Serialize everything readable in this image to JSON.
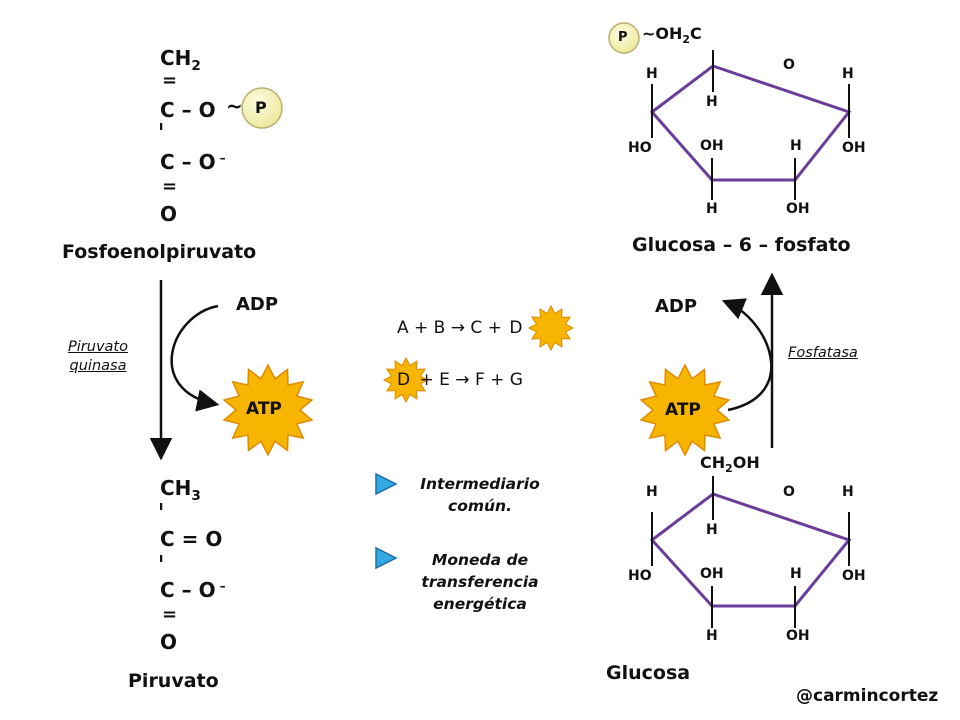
{
  "pep": {
    "name": "Fosfoenolpiruvato",
    "c1": "CH",
    "c1_sub": "2",
    "c2": "C – O",
    "tilde": "~",
    "c3": "C – O",
    "charge": "–",
    "o": "O",
    "bond_double": "=",
    "bond_single": "–"
  },
  "pyruvate": {
    "name": "Piruvato",
    "c1": "CH",
    "c1_sub": "3",
    "c2": "C = O",
    "c3": "C – O",
    "charge": "–",
    "o": "O",
    "bond_double": "=",
    "bond_single": "–"
  },
  "left_reaction": {
    "enzyme_line1": "Piruvato",
    "enzyme_line2": "quinasa",
    "adp": "ADP",
    "atp": "ATP"
  },
  "phosphate_label": "P",
  "equations": {
    "eq1_main": "A + B → C +",
    "eq1_highlight": "D",
    "eq2_highlight": "D",
    "eq2_main": "+ E → F + G"
  },
  "bullets": [
    {
      "line1": "Intermediario",
      "line2": "común.",
      "line3": ""
    },
    {
      "line1": "Moneda de",
      "line2": "transferencia",
      "line3": "energética"
    }
  ],
  "g6p": {
    "name": "Glucosa – 6 – fosfato",
    "top_group_tilde": "~",
    "top_group": "OH",
    "top_group_sub": "2",
    "top_group_end": "C"
  },
  "glucose": {
    "name": "Glucosa",
    "top_group": "CH",
    "top_group_sub": "2",
    "top_group_end": "OH"
  },
  "ring_labels": {
    "o": "O",
    "h": "H",
    "ho": "HO",
    "oh": "OH"
  },
  "right_reaction": {
    "enzyme": "Fosfatasa",
    "adp": "ADP",
    "atp": "ATP"
  },
  "credit": "@carmincortez",
  "colors": {
    "ring": "#6a3d9a",
    "atp_fill": "#f7b500",
    "atp_stroke": "#e08a00",
    "phosphate_fill": "#f6f3b6",
    "phosphate_stroke": "#b8b070",
    "bullet_fill": "#34a8e0",
    "bullet_stroke": "#1c6fa8"
  }
}
